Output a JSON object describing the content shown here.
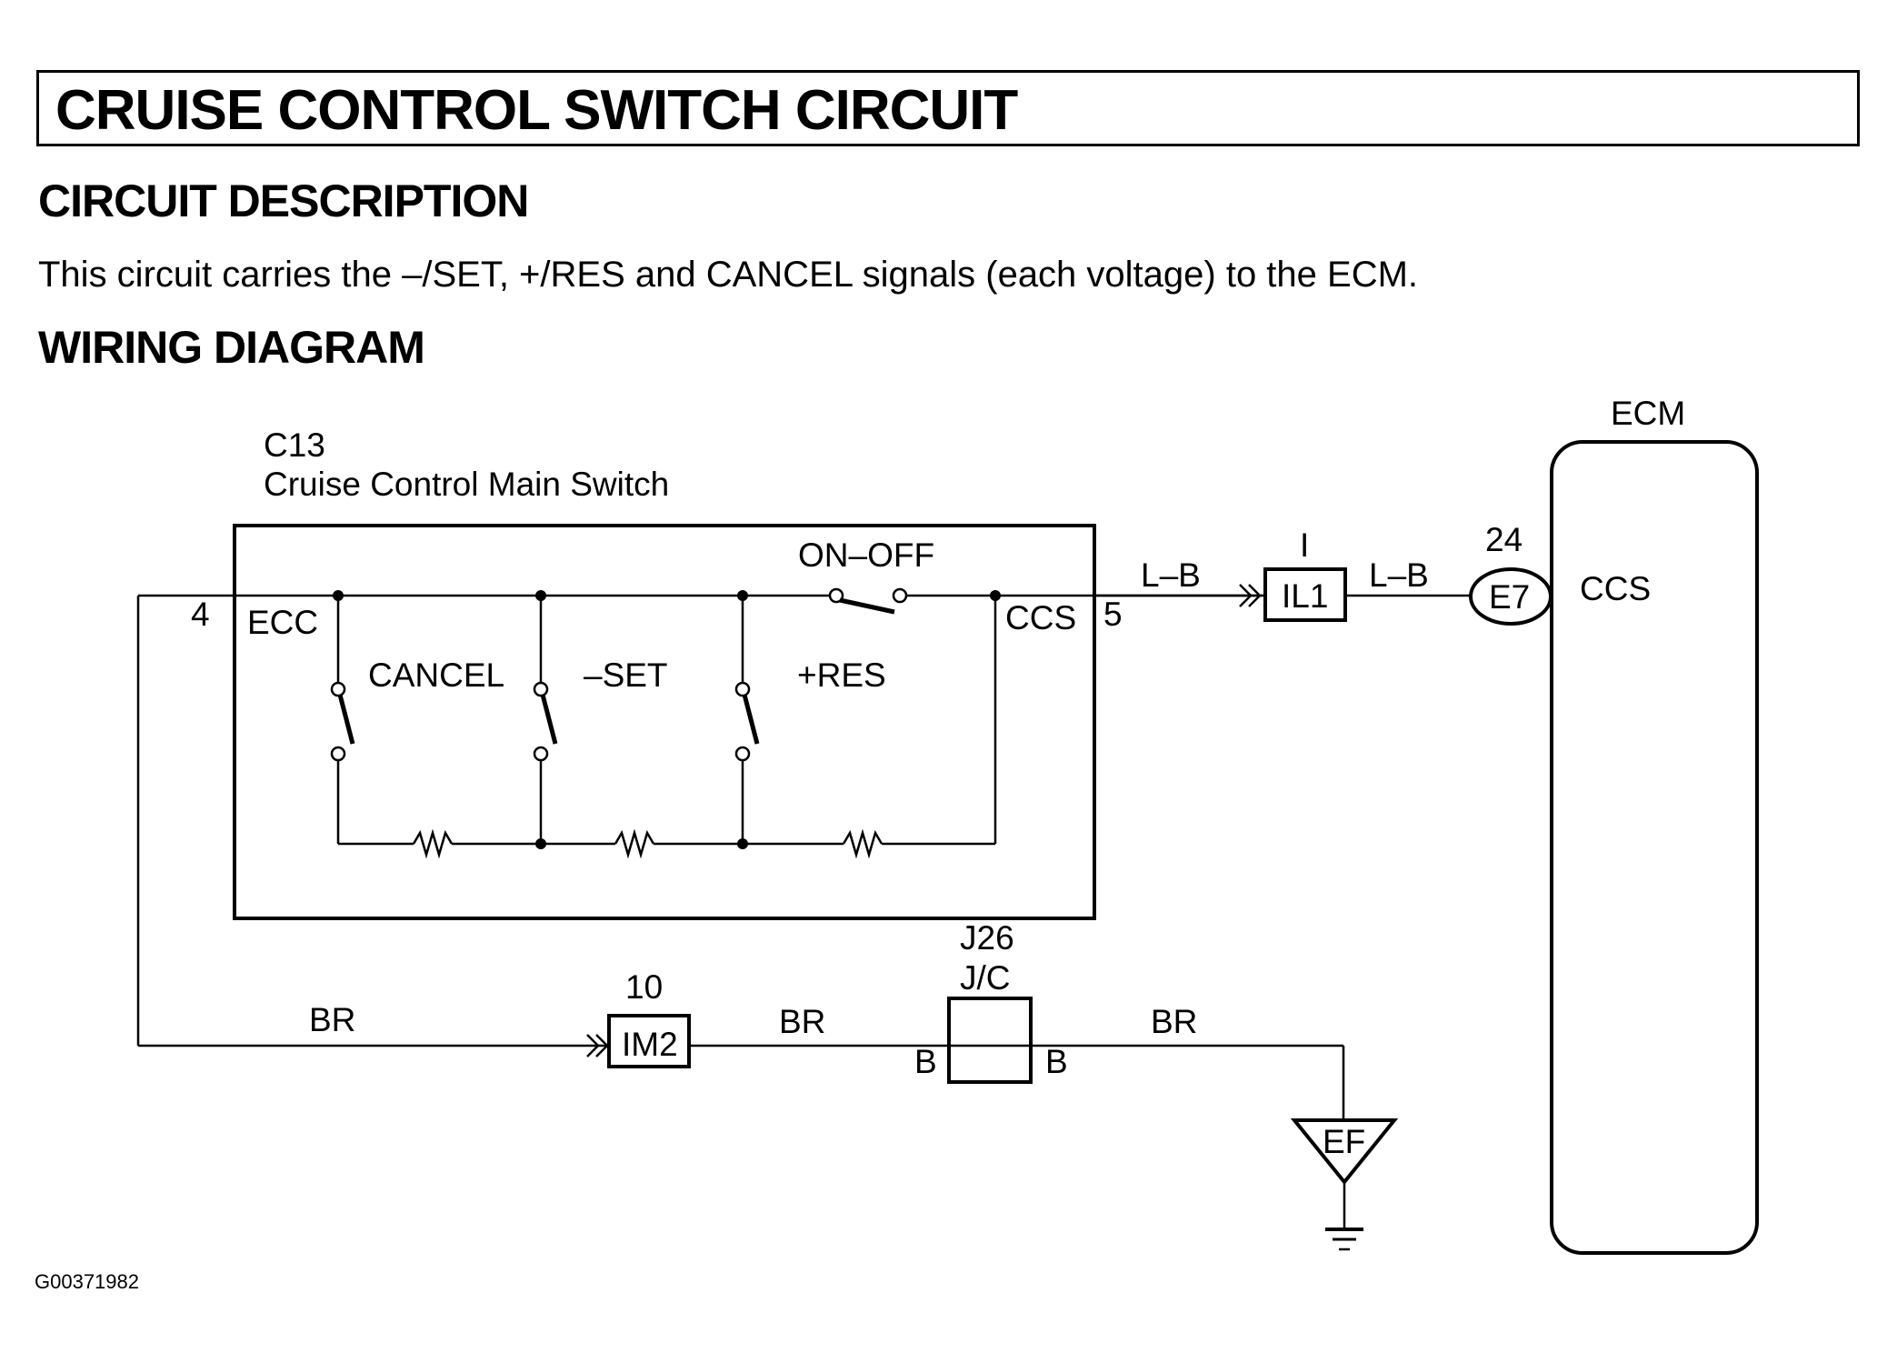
{
  "page": {
    "title": "CRUISE CONTROL SWITCH CIRCUIT",
    "sections": {
      "circuit_description": {
        "heading": "CIRCUIT DESCRIPTION",
        "text": "This circuit carries the –/SET, +/RES and CANCEL signals (each voltage) to the ECM."
      },
      "wiring_diagram": {
        "heading": "WIRING DIAGRAM"
      }
    },
    "figure_id": "G00371982"
  },
  "diagram": {
    "main_switch": {
      "connector": "C13",
      "name": "Cruise Control Main Switch",
      "pin_left_number": "4",
      "pin_left_name": "ECC",
      "pin_right_number": "5",
      "pin_right_name": "CCS",
      "switches": [
        "CANCEL",
        "–SET",
        "+RES",
        "ON–OFF"
      ]
    },
    "wires": {
      "ccs_to_il1": "L–B",
      "il1_to_ecm": "L–B",
      "ecc_to_im2": "BR",
      "im2_to_jc": "BR",
      "jc_to_ground": "BR"
    },
    "connectors": {
      "il1": {
        "label": "IL1",
        "pin": "I"
      },
      "im2": {
        "label": "IM2",
        "pin": "10"
      },
      "ecm_pin": {
        "label": "E7",
        "pin": "24"
      }
    },
    "junction": {
      "id": "J26",
      "type": "J/C",
      "left_pin": "B",
      "right_pin": "B"
    },
    "ground": {
      "label": "EF"
    },
    "ecm": {
      "name": "ECM",
      "terminal": "CCS"
    }
  }
}
